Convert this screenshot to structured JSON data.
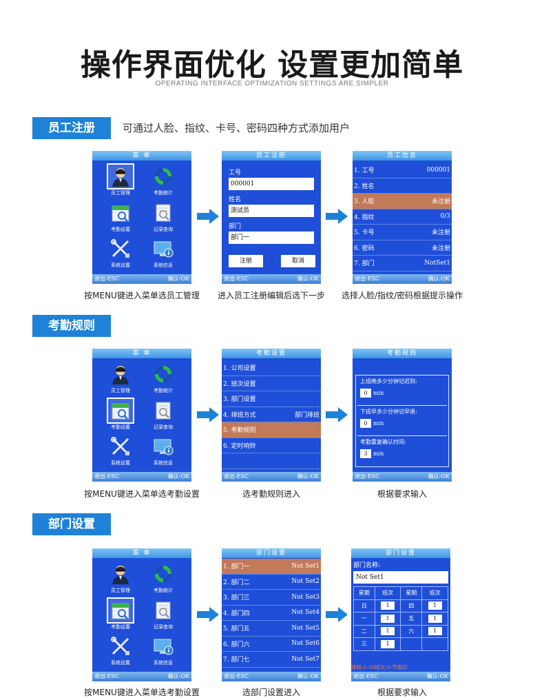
{
  "title": "操作界面优化 设置更加简单",
  "subtitle": "OPERATING INTERFACE OPTIMIZATION SETTINGS ARE SIMPLER",
  "colors": {
    "badge": "#1d82d8",
    "screen_bg": "#1f4fd8",
    "highlight": "#c27a59",
    "arrow": "#1d82d8"
  },
  "menu": {
    "title": "菜 单",
    "items": [
      "员工管理",
      "考勤统计",
      "考勤设置",
      "记录查询",
      "系统设置",
      "系统信息"
    ],
    "icons": [
      "user-icon",
      "refresh-icon",
      "calendar-icon",
      "search-doc-icon",
      "tools-icon",
      "monitor-info-icon"
    ]
  },
  "footer": {
    "exit": "退出-ESC",
    "ok": "确认-OK"
  },
  "section1": {
    "badge": "员工注册",
    "desc": "可通过人脸、指纹、卡号、密码四种方式添加用户",
    "reg": {
      "title": "员工注册",
      "id_label": "工号",
      "id_value": "000001",
      "name_label": "姓名",
      "name_value": "测试员",
      "dept_label": "部门",
      "dept_value": "部门一",
      "btn_register": "注册",
      "btn_cancel": "取消"
    },
    "info": {
      "title": "员工信息",
      "rows": [
        {
          "label": "1. 工号",
          "value": "000001"
        },
        {
          "label": "2. 姓名",
          "value": ""
        },
        {
          "label": "3. 人脸",
          "value": "未注册"
        },
        {
          "label": "4. 指纹",
          "value": "0/3"
        },
        {
          "label": "5. 卡号",
          "value": "未注册"
        },
        {
          "label": "6. 密码",
          "value": "未注册"
        },
        {
          "label": "7. 部门",
          "value": "NotSet1"
        }
      ]
    },
    "captions": [
      "按MENU键进入菜单选员工管理",
      "进入员工注册编辑后选下一步",
      "选择人脸/指纹/密码根据提示操作"
    ]
  },
  "section2": {
    "badge": "考勤规则",
    "settings": {
      "title": "考勤设置",
      "rows": [
        {
          "label": "1. 公司设置",
          "value": ""
        },
        {
          "label": "2. 班次设置",
          "value": ""
        },
        {
          "label": "3. 部门设置",
          "value": ""
        },
        {
          "label": "4. 排班方式",
          "value": "部门排班"
        },
        {
          "label": "5. 考勤规则",
          "value": ""
        },
        {
          "label": "6. 定时响铃",
          "value": ""
        },
        {
          "label": "",
          "value": ""
        }
      ]
    },
    "rules": {
      "title": "考勤规则",
      "q1": "上班晚多少分钟记迟到:",
      "v1": "0",
      "u1": "min",
      "q2": "下班早多少分钟记早退:",
      "v2": "0",
      "u2": "min",
      "q3": "考勤重复确认时间:",
      "v3": "3",
      "u3": "min"
    },
    "captions": [
      "按MENU键进入菜单选考勤设置",
      "选考勤规则进入",
      "根据要求输入"
    ]
  },
  "section3": {
    "badge": "部门设置",
    "list": {
      "title": "部门设置",
      "rows": [
        {
          "label": "1. 部门一",
          "value": "Not Set1"
        },
        {
          "label": "2. 部门二",
          "value": "Not Set2"
        },
        {
          "label": "3. 部门三",
          "value": "Not Set3"
        },
        {
          "label": "4. 部门四",
          "value": "Not Set4"
        },
        {
          "label": "5. 部门五",
          "value": "Not Set5"
        },
        {
          "label": "6. 部门六",
          "value": "Not Set6"
        },
        {
          "label": "7. 部门七",
          "value": "Not Set7"
        }
      ]
    },
    "edit": {
      "title": "部门设置",
      "name_label": "部门名称:",
      "name_value": "Not Set1",
      "headers": [
        "星期",
        "班次",
        "星期",
        "班次"
      ],
      "rows": [
        [
          "日",
          "1",
          "四",
          "1"
        ],
        [
          "一",
          "1",
          "五",
          "1"
        ],
        [
          "二",
          "1",
          "六",
          "1"
        ],
        [
          "三",
          "1",
          "",
          ""
        ]
      ],
      "note": "排班:1-10班次,0-节假日"
    },
    "captions": [
      "按MENU键进入菜单选考勤设置",
      "选部门设置进入",
      "根据要求输入"
    ]
  }
}
